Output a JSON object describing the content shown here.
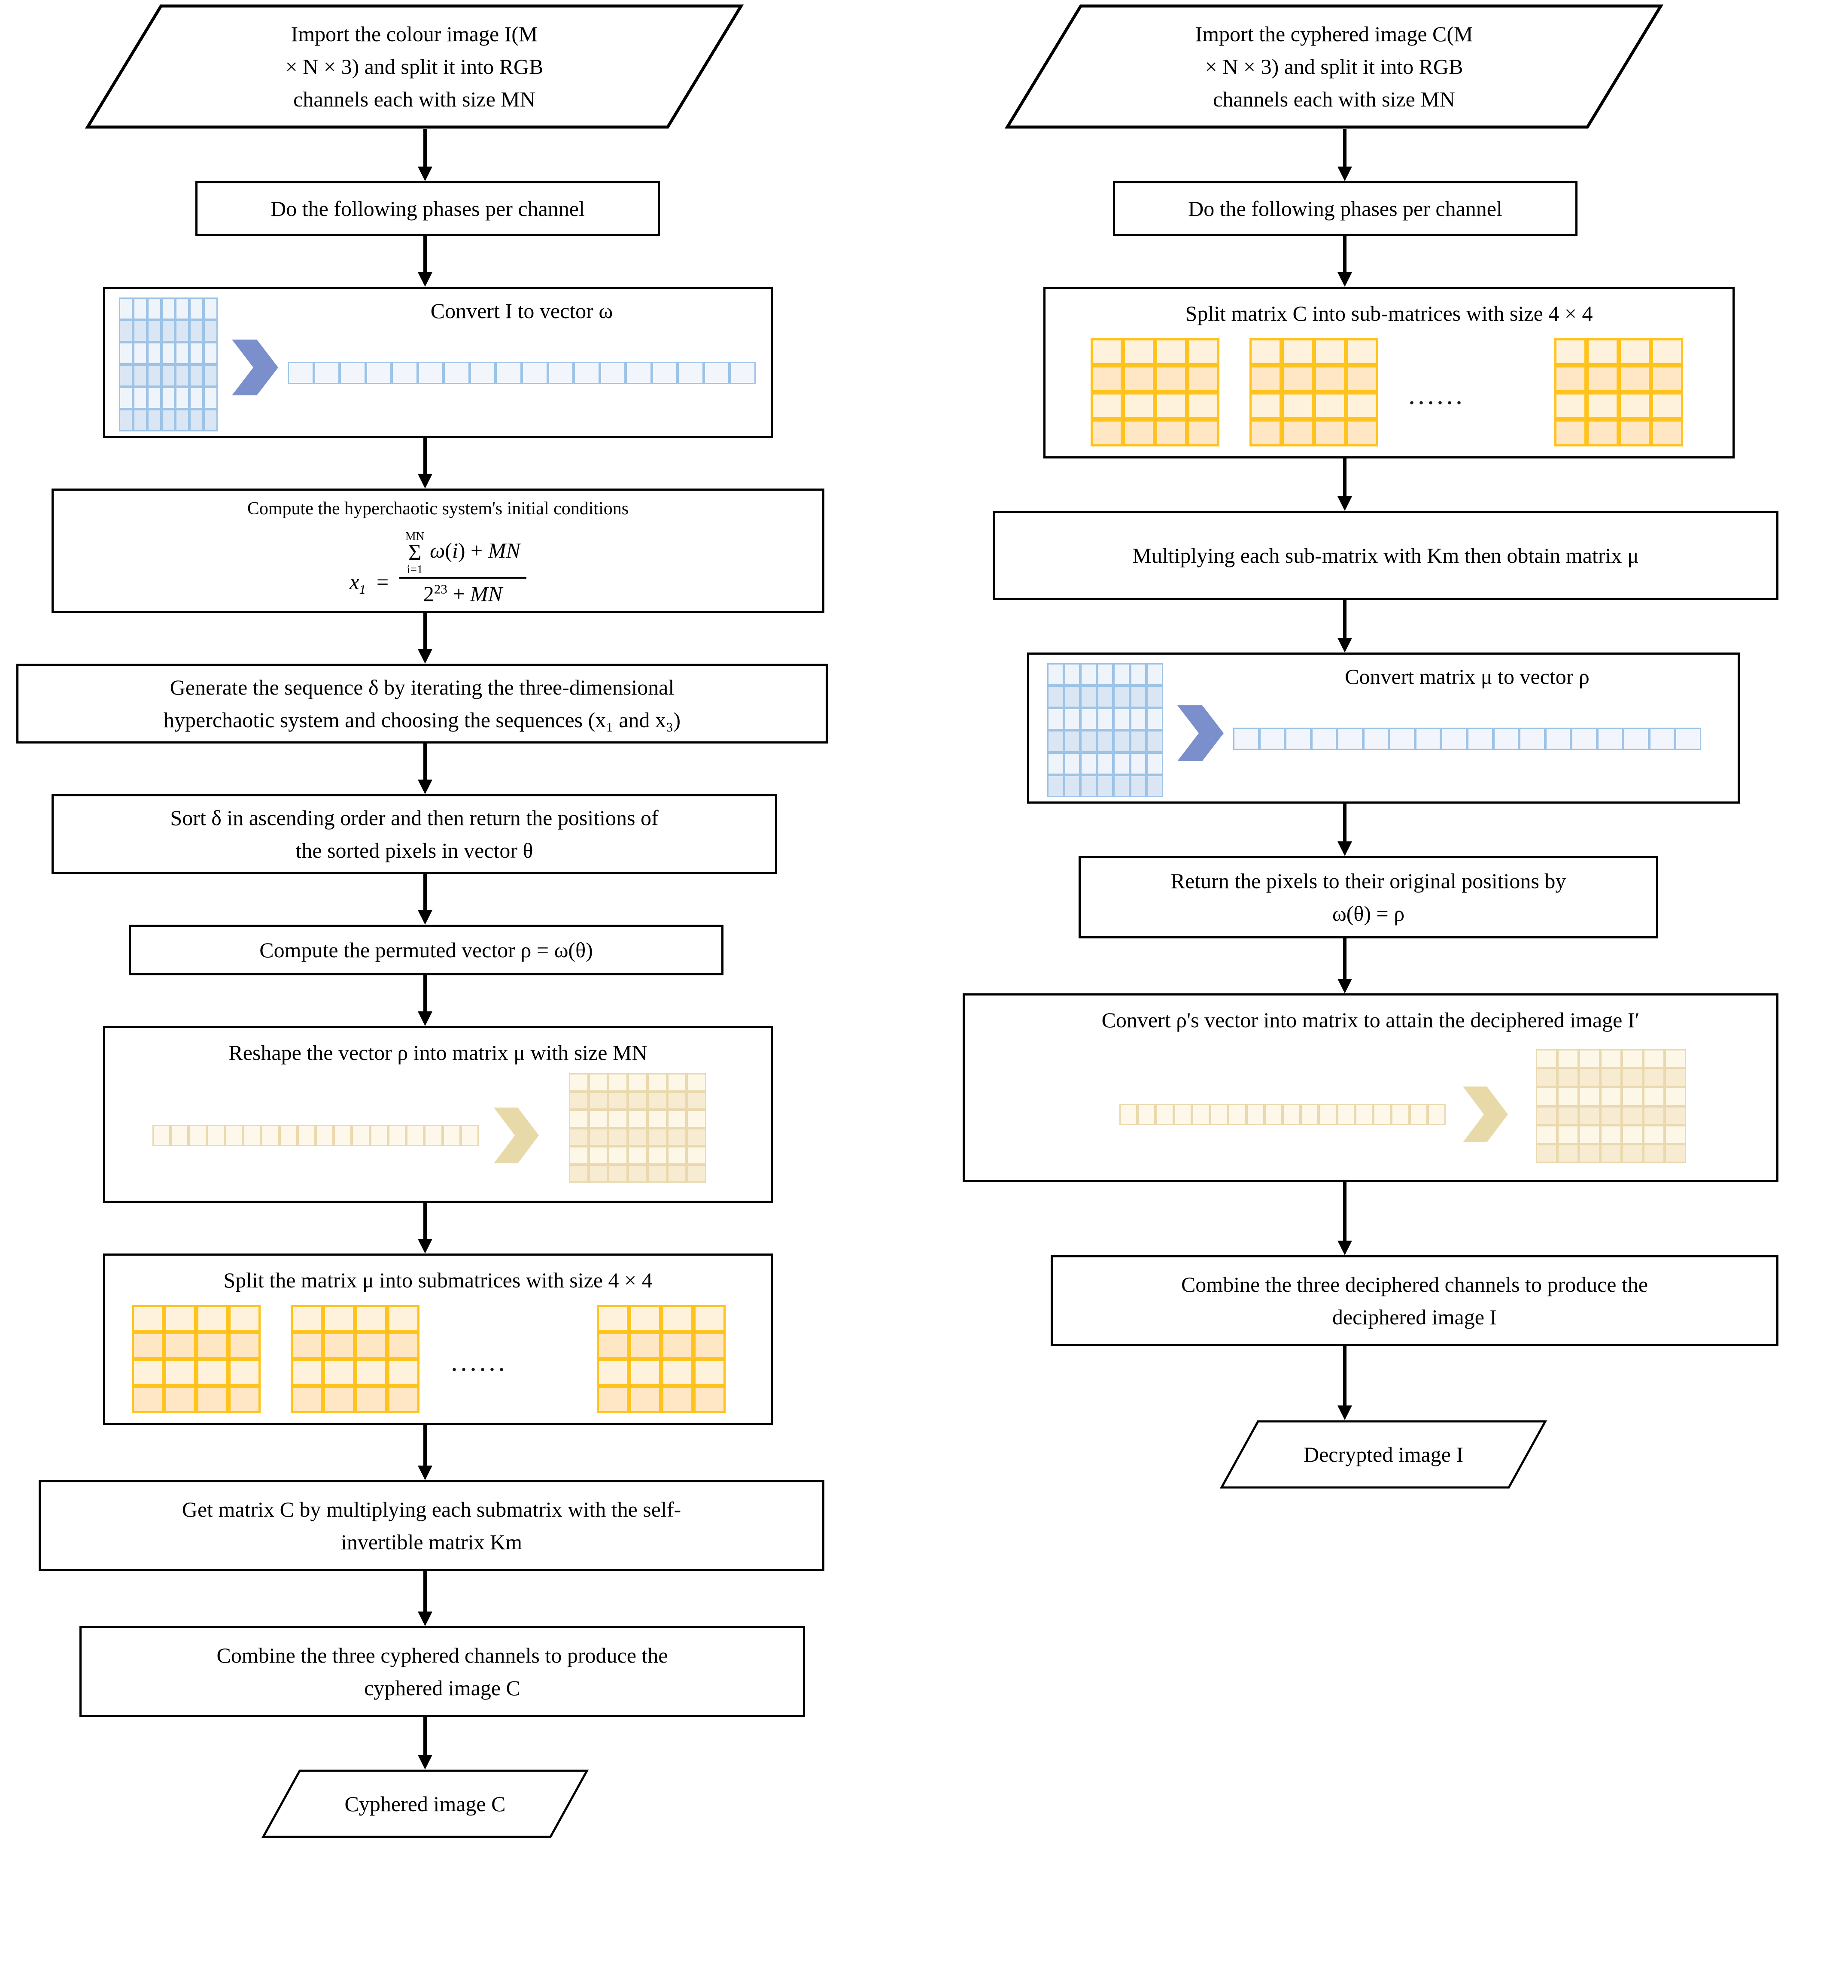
{
  "diagram": {
    "title": "Image encryption and decryption flowcharts",
    "colors": {
      "line": "#000000",
      "blue_grid_border": "#9dc3e6",
      "blue_chevron": "#7b8fcc",
      "gold_grid_border": "#ffc31e",
      "beige_grid_border": "#ead9ae",
      "beige_chevron": "#e8d9a8"
    }
  },
  "encryption": {
    "start": "Import the colour image I(M\n× N × 3) and split it into RGB\nchannels each with size MN",
    "step_phases": "Do the following phases per channel",
    "step_convert": "Convert I to vector ω",
    "step_initial_conditions_label": "Compute the hyperchaotic system's initial conditions",
    "formula": {
      "lhs": "x",
      "lhs_sub": "1",
      "eq": "=",
      "numerator": "ω(i) + MN",
      "sum_over": "MN",
      "sum_symbol": "Σ",
      "sum_under": "i=1",
      "denominator_base": "2",
      "denominator_exp": "23",
      "denominator_rest": "+ MN"
    },
    "step_generate": "Generate the sequence δ by iterating the three-dimensional\nhyperchaotic system and choosing the sequences (x₁ and x₃)",
    "step_sort": "Sort δ in ascending order and then return the positions of\nthe sorted pixels in vector θ",
    "step_permute": "Compute the permuted vector ρ = ω(θ)",
    "step_reshape": "Reshape the vector ρ into matrix μ with size MN",
    "step_split": "Split the matrix μ into submatrices with size 4 × 4",
    "split_ellipsis": "......",
    "step_getC": "Get matrix C by multiplying each submatrix with the self-\ninvertible matrix Km",
    "step_combine": "Combine the three cyphered channels to produce the\ncyphered image C",
    "end": "Cyphered image C"
  },
  "decryption": {
    "start": "Import the cyphered image C(M\n× N × 3) and split it into RGB\nchannels each with size MN",
    "step_phases": "Do the following phases per channel",
    "step_split": "Split matrix C into sub-matrices with size 4 × 4",
    "split_ellipsis": "......",
    "step_multiply": "Multiplying each sub-matrix with Km then obtain matrix μ",
    "step_convert": "Convert matrix μ to vector ρ",
    "step_return": "Return the pixels to their original positions by\nω(θ) = ρ",
    "step_attain": "Convert ρ's vector into matrix to attain the deciphered image I′",
    "step_combine": "Combine the three deciphered channels to produce the\ndeciphered image I",
    "end": "Decrypted image I"
  }
}
